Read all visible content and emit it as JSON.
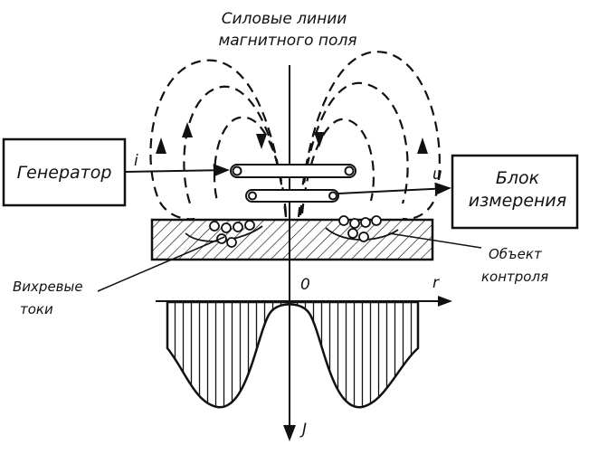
{
  "colors": {
    "ink": "#111111",
    "background": "#ffffff"
  },
  "labels": {
    "field_lines_title_line1": "Силовые линии",
    "field_lines_title_line2": "магнитного поля",
    "generator": "Генератор",
    "measurement_block_line1": "Блок",
    "measurement_block_line2": "измерения",
    "current_symbol": "i",
    "voltage_symbol": "u",
    "eddy_currents_line1": "Вихревые",
    "eddy_currents_line2": "токи",
    "test_object_line1": "Объект",
    "test_object_line2": "контроля",
    "origin": "0",
    "r_axis": "r",
    "j_axis": "J"
  }
}
